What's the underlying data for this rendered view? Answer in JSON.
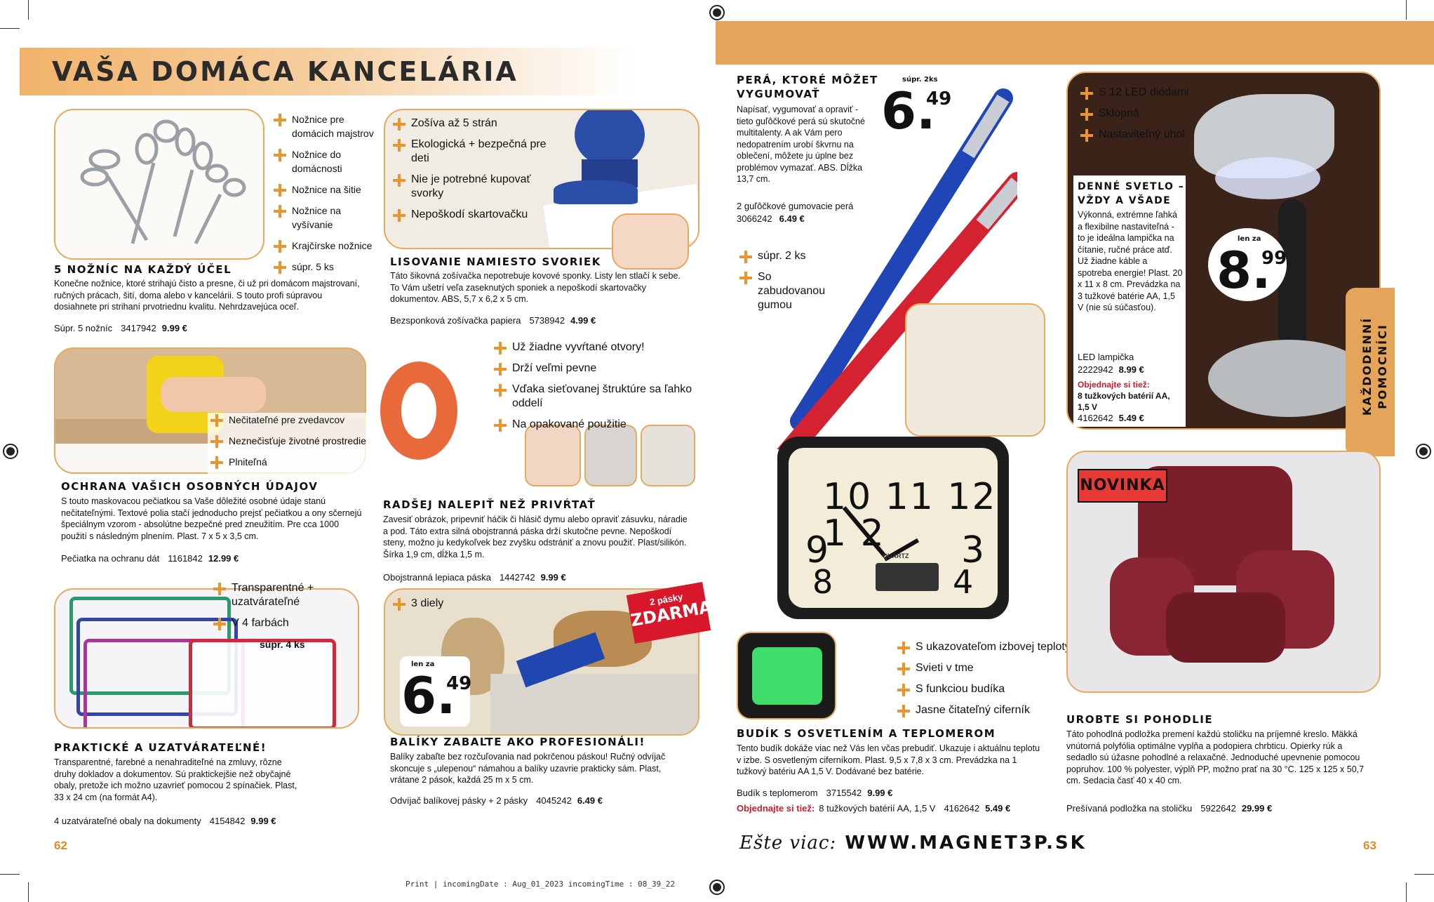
{
  "header": {
    "title": "VAŠA DOMÁCA KANCELÁRIA"
  },
  "scissors": {
    "features": [
      "Nožnice pre domácich majstrov",
      "Nožnice do domácnosti",
      "Nožnice na šitie",
      "Nožnice na vyšívanie",
      "Krajčírske nožnice",
      "súpr. 5 ks"
    ],
    "title": "5 NOŽNÍC NA KAŽDÝ ÚČEL",
    "desc": "Konečne nožnice, ktoré strihajú čisto a presne, či už pri domácom majstrovaní, ručných prácach, šití, doma alebo v kancelárii. S touto profi súpravou dosiahnete pri strihaní prvotriednu kvalitu. Nehrdzavejúca oceľ.",
    "price_name": "Súpr. 5 nožníc",
    "code": "3417942",
    "price": "9.99 €"
  },
  "stapler": {
    "features": [
      "Zošíva až 5 strán",
      "Ekologická + bezpečná pre deti",
      "Nie je potrebné kupovať svorky",
      "Nepoškodí skartovačku"
    ],
    "title": "LISOVANIE NAMIESTO SVORIEK",
    "desc": "Táto šikovná zošívačka nepotrebuje kovové sponky. Listy len stlačí k sebe. To Vám ušetrí veľa zaseknutých sponiek a nepoškodí skartovačky dokumentov. ABS, 5,7 x 6,2 x 5 cm.",
    "price_name": "Bezsponková zošívačka papiera",
    "code": "5738942",
    "price": "4.99 €"
  },
  "stamp": {
    "features": [
      "Nečitateľné pre zvedavcov",
      "Neznečisťuje životné prostredie",
      "Plniteľná"
    ],
    "title": "OCHRANA VAŠICH OSOBNÝCH ÚDAJOV",
    "desc": "S touto maskovacou pečiatkou sa Vaše dôležité osobné údaje stanú nečitateľnými. Textové polia stačí jednoducho prejsť pečiatkou a ony sčernejú špeciálnym vzorom - absolútne bezpečné pred zneužitím. Pre cca 1000 použití s následným plnením. Plast. 7 x 5 x 3,5 cm.",
    "price_name": "Pečiatka na ochranu dát",
    "code": "1161842",
    "price": "12.99 €"
  },
  "tape": {
    "features": [
      "Už žiadne vyvŕtané otvory!",
      "Drží veľmi pevne",
      "Vďaka sieťovanej štruktúre sa ľahko oddelí",
      "Na opakované použitie"
    ],
    "title": "RADŠEJ NALEPIŤ NEŽ PRIVŔTAŤ",
    "desc": "Zavesiť obrázok, pripevniť háčik či hlásič dymu alebo opraviť zásuvku, náradie a pod. Táto extra silná obojstranná páska drží skutočne pevne. Nepoškodí steny, možno ju kedykoľvek bez zvyšku odstrániť a znovu použiť. Plast/silikón. Šírka 1,9 cm, dĺžka 1,5 m.",
    "price_name": "Obojstranná lepiaca páska",
    "code": "1442742",
    "price": "9.99 €"
  },
  "folders": {
    "features": [
      "Transparentné + uzatvárateľné",
      "V 4 farbách"
    ],
    "set_label": "súpr. 4 ks",
    "title": "PRAKTICKÉ A UZATVÁRATEĽNÉ!",
    "desc": "Transparentné, farebné a nenahraditeľné na zmluvy, rôzne druhy dokladov a dokumentov. Sú praktickejšie než obyčajné obaly, pretože ich možno uzavrieť pomocou 2 spínačiek. Plast, 33 x 24 cm (na formát A4).",
    "price_name": "4 uzatvárateľné obaly na dokumenty",
    "code": "4154842",
    "price": "9.99 €"
  },
  "dispenser": {
    "features": [
      "3 diely"
    ],
    "badge_top": "2 pásky",
    "badge_main": "ZDARMA",
    "big_price": {
      "label": "len za",
      "int": "6.",
      "dec": "49"
    },
    "title": "BALÍKY ZABAĽTE AKO PROFESIONÁLI!",
    "desc": "Balíky zabaľte bez rozčuľovania nad pokrčenou páskou! Ručný odvíjač skoncuje s „ulepenou“ námahou a balíky uzavrie prakticky sám. Plast, vrátane 2 pások, každá 25 m x 5 cm.",
    "price_name": "Odvíjač balíkovej pásky + 2 pásky",
    "code": "4045242",
    "price": "6.49 €"
  },
  "pens": {
    "title_line1": "PERÁ, KTORÉ MÔŽETE",
    "title_line2": "VYGUMOVAŤ",
    "desc": "Napísať, vygumovať a opraviť - tieto guľôčkové perá sú skutočné multitalenty. A ak Vám pero nedopatrením urobí škvrnu na oblečení, môžete ju úplne bez problémov vymazať. ABS. Dĺžka 13,7 cm.",
    "price_name": "2 guľôčkové gumovacie perá",
    "code": "3066242",
    "price": "6.49 €",
    "features": [
      "súpr. 2 ks",
      "So zabudovanou gumou"
    ],
    "big_price": {
      "label": "súpr. 2ks",
      "int": "6.",
      "dec": "49"
    }
  },
  "lamp": {
    "features": [
      "S 12 LED diódami",
      "Sklopná",
      "Nastaviteľný uhol"
    ],
    "title_line1": "DENNÉ SVETLO –",
    "title_line2": "VŽDY A VŠADE",
    "desc": "Výkonná, extrémne ľahká a flexibilne nastaviteľná - to je ideálna lampička na čítanie, ručné práce atď. Už žiadne káble a spotreba energie! Plast. 20 x 11 x 8 cm. Prevádzka na 3 tužkové batérie AA, 1,5 V (nie sú súčasťou).",
    "price_name": "LED lampička",
    "code": "2222942",
    "price": "8.99 €",
    "order_also": "Objednajte si tiež:",
    "extra_name": "8 tužkových batérií AA, 1,5 V",
    "extra_code": "4162642",
    "extra_price": "5.49 €",
    "big_price": {
      "label": "len za",
      "int": "8.",
      "dec": "99"
    }
  },
  "side_tab": {
    "line1": "KAŽDODENNÍ",
    "line2": "POMOCNÍCI"
  },
  "clock": {
    "features": [
      "S ukazovateľom izbovej teploty",
      "Svieti v tme",
      "S funkciou budíka",
      "Jasne čitateľný ciferník"
    ],
    "title": "BUDÍK S OSVETLENÍM A TEPLOMEROM",
    "desc": "Tento budík dokáže viac než Vás len včas prebudiť. Ukazuje i aktuálnu teplotu v izbe. S osvetleným ciferníkom. Plast. 9,5 x 7,8 x 3 cm. Prevádzka na 1 tužkový batériu AA 1,5 V. Dodávané bez batérie.",
    "price_name": "Budík s teplomerom",
    "code": "3715542",
    "price": "9.99 €",
    "order_also": "Objednajte si tiež:",
    "extra_name": "8 tužkových batérií AA, 1,5 V",
    "extra_code": "4162642",
    "extra_price": "5.49 €",
    "brand": "QUARTZ"
  },
  "cushion": {
    "badge": "NOVINKA",
    "title": "UROBTE SI POHODLIE",
    "desc": "Táto pohodlná podložka premení každú stoličku na príjemné kreslo. Mäkká vnútorná polyfólia optimálne vyplňa a podopiera chrbticu. Opierky rúk a sedadlo sú úžasne pohodlné a relaxačné. Jednoduché upevnenie pomocou popruhov. 100 % polyester, výplň PP, možno prať na 30 °C. 125 x 125 x 50,7 cm. Sedacia časť 40 x 40 cm.",
    "price_name": "Prešívaná podložka na stoličku",
    "code": "5922642",
    "price": "29.99 €"
  },
  "footer": {
    "page_left": "62",
    "page_right": "63",
    "web_prefix": "Ešte viac:",
    "web_url": "WWW.MAGNET3P.SK",
    "print_note": "Print | incomingDate : Aug_01_2023 incomingTime : 08_39_22"
  },
  "colors": {
    "accent": "#e4a55a",
    "plus": "#e8952e",
    "red": "#cc1d2b"
  }
}
